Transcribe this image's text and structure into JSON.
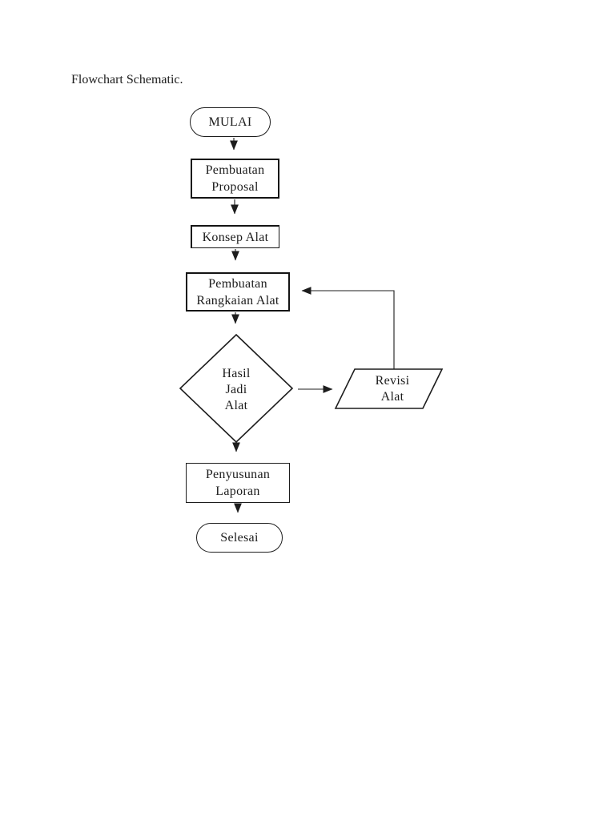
{
  "page": {
    "title": "Flowchart Schematic.",
    "background_color": "#ffffff",
    "ink_color": "#1d1d1d"
  },
  "flowchart": {
    "nodes": {
      "start": {
        "type": "terminator",
        "label": "MULAI"
      },
      "proposal": {
        "type": "process",
        "lines": [
          "Pembuatan",
          "Proposal"
        ]
      },
      "konsep": {
        "type": "process",
        "lines": [
          "Konsep Alat"
        ]
      },
      "rangkaian": {
        "type": "process",
        "lines": [
          "Pembuatan",
          "Rangkaian Alat"
        ]
      },
      "hasil": {
        "type": "decision",
        "lines": [
          "Hasil",
          "Jadi",
          "Alat"
        ]
      },
      "revisi": {
        "type": "input-output",
        "lines": [
          "Revisi",
          "Alat"
        ]
      },
      "laporan": {
        "type": "process",
        "lines": [
          "Penyusunan",
          "Laporan"
        ]
      },
      "selesai": {
        "type": "terminator",
        "label": "Selesai"
      }
    },
    "edges": [
      {
        "from": "start",
        "to": "proposal"
      },
      {
        "from": "proposal",
        "to": "konsep"
      },
      {
        "from": "konsep",
        "to": "rangkaian"
      },
      {
        "from": "rangkaian",
        "to": "hasil"
      },
      {
        "from": "hasil",
        "to": "revisi"
      },
      {
        "from": "revisi",
        "to": "rangkaian"
      },
      {
        "from": "hasil",
        "to": "laporan"
      },
      {
        "from": "laporan",
        "to": "selesai"
      }
    ]
  }
}
